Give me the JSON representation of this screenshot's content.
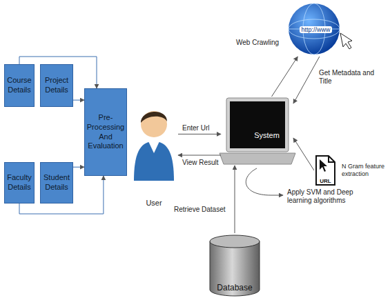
{
  "diagram": {
    "nodes": [
      {
        "text": [
          "Course Details"
        ]
      },
      {
        "text": [
          "Project Details"
        ]
      },
      {
        "text": [
          "Pre-Processing And Evaluation"
        ]
      },
      {
        "text": [
          "Faculty Details"
        ]
      },
      {
        "text": [
          "Student Details"
        ]
      },
      {
        "text": [
          "User"
        ]
      },
      {
        "text": [
          "System"
        ]
      },
      {
        "text": [
          "http://www"
        ]
      },
      {
        "text": [
          "URL"
        ]
      },
      {
        "text": [
          "Database"
        ]
      }
    ],
    "edges": [
      {
        "from": 0,
        "to": 2,
        "arrow": "to"
      },
      {
        "from": 1,
        "to": 2,
        "arrow": "to"
      },
      {
        "from": 3,
        "to": 2,
        "arrow": "to"
      },
      {
        "from": 4,
        "to": 2,
        "arrow": "to"
      },
      {
        "from": 5,
        "to": 6,
        "label": "Enter Url",
        "arrow": "to"
      },
      {
        "from": 6,
        "to": 5,
        "label": "View Result",
        "arrow": "to"
      },
      {
        "from": 6,
        "to": 7,
        "label": "Web Crawling",
        "arrow": "to"
      },
      {
        "from": 7,
        "to": 6,
        "label": "Get Metadata and Title",
        "arrow": "to"
      },
      {
        "from": 8,
        "to": 6,
        "arrow": "to"
      },
      {
        "from": 9,
        "to": 6,
        "label": "Retrieve Dataset",
        "arrow": "to"
      }
    ],
    "labels": [
      "N Gram feature extraction",
      "Apply SVM and Deep learning algorithms"
    ]
  }
}
